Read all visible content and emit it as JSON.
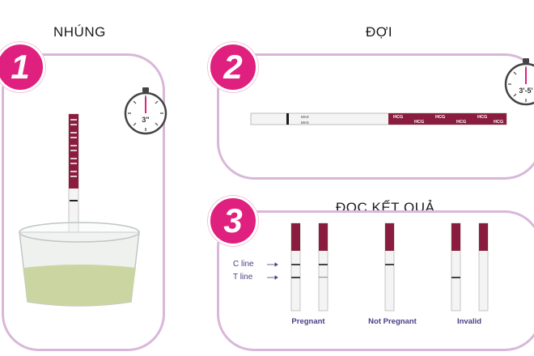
{
  "colors": {
    "accent": "#e0207f",
    "panel_border": "#d9b7d9",
    "caption": "#4a3e86",
    "strip_band": "#8a1d3f"
  },
  "steps": [
    {
      "number": "1",
      "title": "NHÚNG",
      "timer": "3\""
    },
    {
      "number": "2",
      "title": "ĐỢI",
      "timer": "3'-5'"
    },
    {
      "number": "3",
      "title": "ĐỌC KẾT QUẢ"
    }
  ],
  "strip_labels": {
    "max_top": "MAX",
    "max_bottom": "MAX",
    "brand": "HCG"
  },
  "line_labels": {
    "c": "C line",
    "t": "T line"
  },
  "results": [
    {
      "label": "Pregnant"
    },
    {
      "label": "Not Pregnant"
    },
    {
      "label": "Invalid"
    }
  ]
}
